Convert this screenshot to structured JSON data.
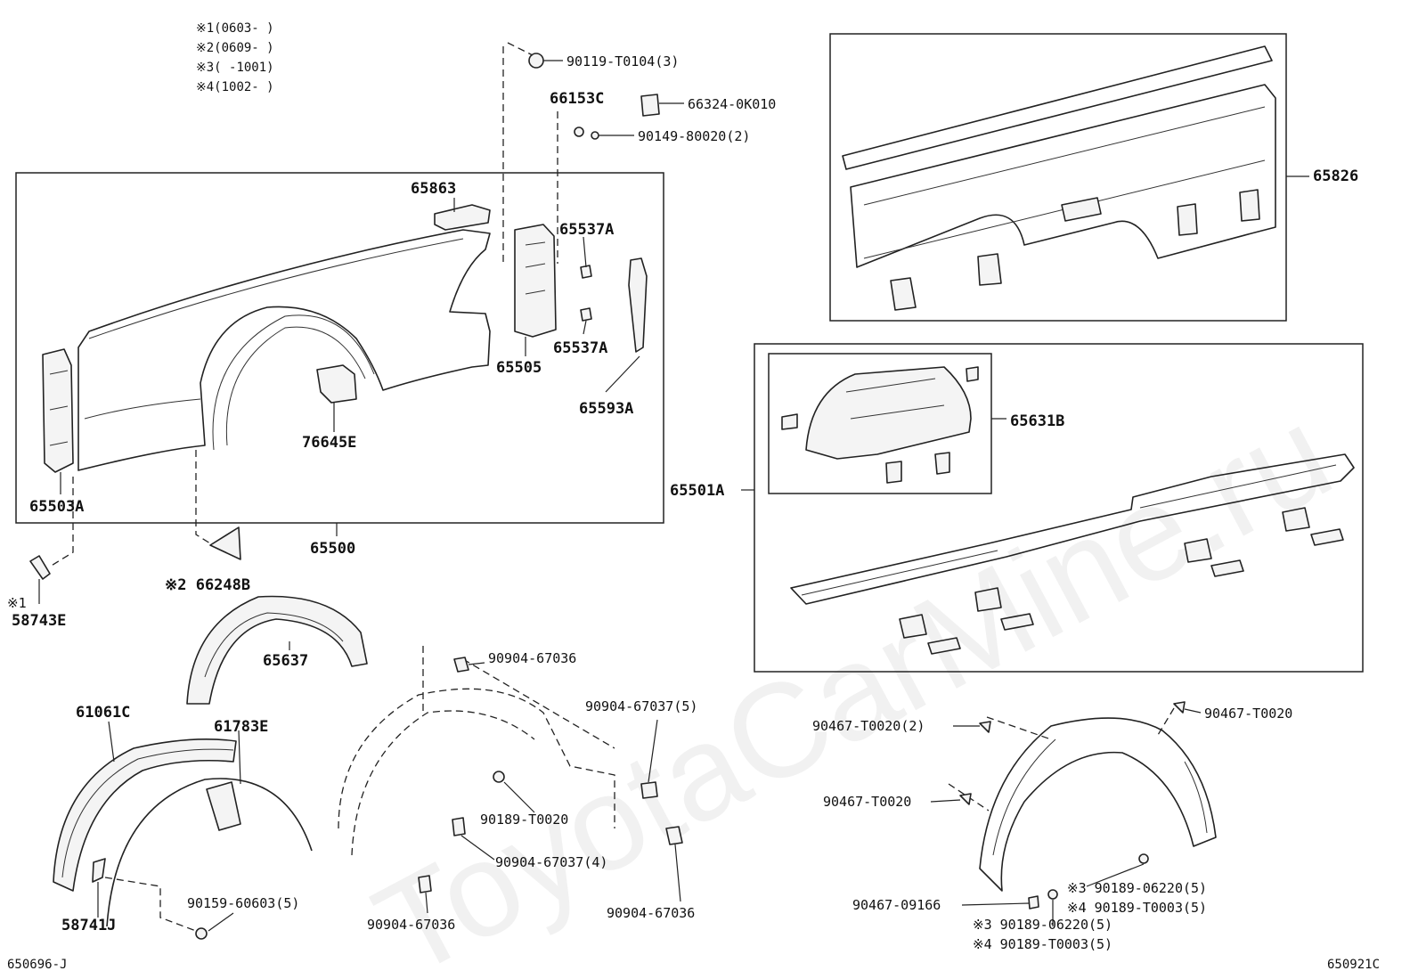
{
  "notes": [
    "※1(0603-    )",
    "※2(0609-    )",
    "※3(    -1001)",
    "※4(1002-    )"
  ],
  "watermark": "ToyotaCarMine.ru",
  "catalog_codes": {
    "left": "650696-J",
    "right": "650921C"
  },
  "labels": {
    "p90119": "90119-T0104(3)",
    "p66153C": "66153C",
    "p66324": "66324-0K010",
    "p90149": "90149-80020(2)",
    "p65863": "65863",
    "p65537A_1": "65537A",
    "p65537A_2": "65537A",
    "p65505": "65505",
    "p65593A": "65593A",
    "p76645E": "76645E",
    "p65503A": "65503A",
    "p65500": "65500",
    "p66248B": "※2 66248B",
    "p58743E_mark": "※1",
    "p58743E": "58743E",
    "p65826": "65826",
    "p65631B": "65631B",
    "p65501A": "65501A",
    "p65637": "65637",
    "p61061C": "61061C",
    "p61783E": "61783E",
    "p90904_67036_a": "90904-67036",
    "p90904_67037_5": "90904-67037(5)",
    "p90189_T0020": "90189-T0020",
    "p90904_67037_4": "90904-67037(4)",
    "p90159": "90159-60603(5)",
    "p58741J": "58741J",
    "p90904_67036_b": "90904-67036",
    "p90904_67036_c": "90904-67036",
    "p90467_T0020_2": "90467-T0020(2)",
    "p90467_T0020_r": "90467-T0020",
    "p90467_T0020_l": "90467-T0020",
    "p90467_09166": "90467-09166",
    "p90189_06220_r": "※3 90189-06220(5)",
    "p90189_T0003_r": "※4 90189-T0003(5)",
    "p90189_06220_b": "※3 90189-06220(5)",
    "p90189_T0003_b": "※4 90189-T0003(5)"
  }
}
